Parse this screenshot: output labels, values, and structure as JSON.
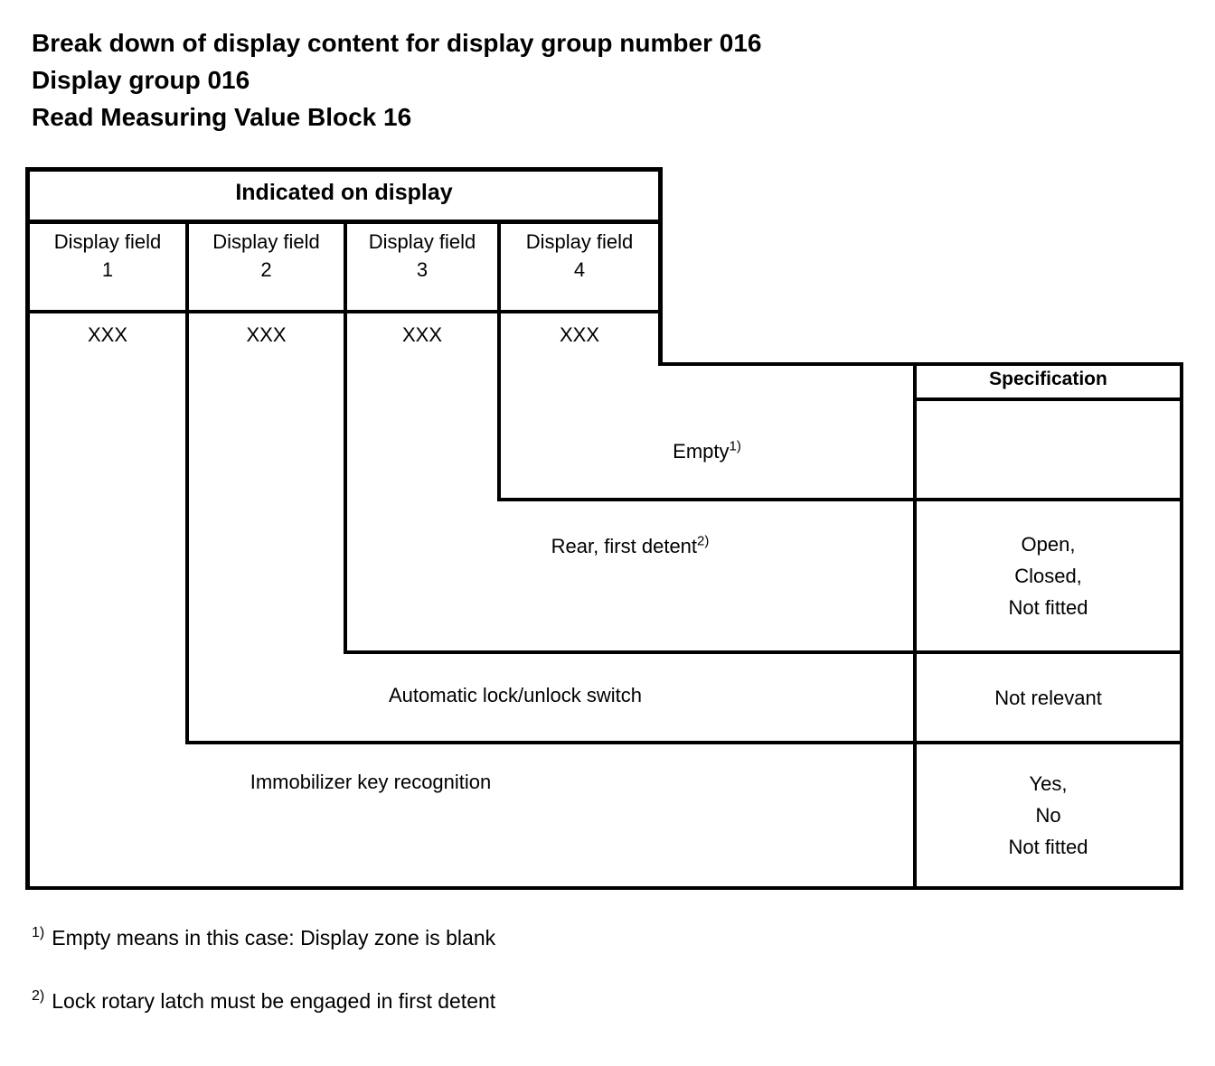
{
  "document": {
    "title_lines": [
      "Break down of display content for display group number 016",
      "Display group 016",
      "Read Measuring Value Block 16"
    ]
  },
  "table": {
    "top_header": "Indicated on display",
    "spec_header": "Specification",
    "display_fields": [
      {
        "name": "Display field",
        "number": "1",
        "value": "XXX"
      },
      {
        "name": "Display field",
        "number": "2",
        "value": "XXX"
      },
      {
        "name": "Display field",
        "number": "3",
        "value": "XXX"
      },
      {
        "name": "Display field",
        "number": "4",
        "value": "XXX"
      }
    ],
    "rows": [
      {
        "label": "Empty",
        "footnote_marker": "1)",
        "spec_lines": []
      },
      {
        "label": "Rear, first detent",
        "footnote_marker": "2)",
        "spec_lines": [
          "Open,",
          "Closed,",
          "Not fitted"
        ]
      },
      {
        "label": "Automatic lock/unlock switch",
        "footnote_marker": "",
        "spec_lines": [
          "Not relevant"
        ]
      },
      {
        "label": "Immobilizer key recognition",
        "footnote_marker": "",
        "spec_lines": [
          "Yes,",
          "No",
          "Not fitted"
        ]
      }
    ]
  },
  "footnotes": [
    {
      "marker": "1)",
      "text": "Empty means in this case: Display zone is blank"
    },
    {
      "marker": "2)",
      "text": "Lock rotary latch must be engaged in first detent"
    }
  ]
}
